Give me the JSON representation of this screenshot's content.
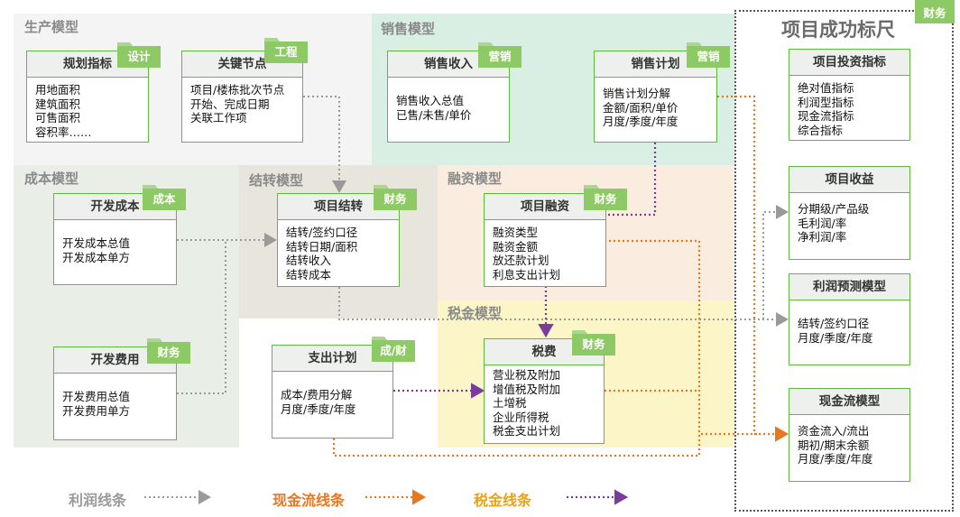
{
  "regions": {
    "production": "生产模型",
    "sales": "销售模型",
    "cost": "成本模型",
    "transfer": "结转模型",
    "finance": "融资模型",
    "tax": "税金模型",
    "success": "项目成功标尺",
    "success_tag": "财务"
  },
  "boxes": {
    "planning": {
      "title": "规划指标",
      "tag": "设计",
      "lines": [
        "用地面积",
        "建筑面积",
        "可售面积",
        "容积率……"
      ]
    },
    "milestone": {
      "title": "关键节点",
      "tag": "工程",
      "lines": [
        "项目/楼栋批次节点",
        "开始、完成日期",
        "关联工作项"
      ]
    },
    "sales_income": {
      "title": "销售收入",
      "tag": "营销",
      "lines": [
        "销售收入总值",
        "已售/未售/单价"
      ]
    },
    "sales_plan": {
      "title": "销售计划",
      "tag": "营销",
      "lines": [
        "销售计划分解",
        "金额/面积/单价",
        "月度/季度/年度"
      ]
    },
    "dev_cost": {
      "title": "开发成本",
      "tag": "成本",
      "lines": [
        "开发成本总值",
        "开发成本单方"
      ]
    },
    "project_transfer": {
      "title": "项目结转",
      "tag": "财务",
      "lines": [
        "结转/签约口径",
        "结转日期/面积",
        "结转收入",
        "结转成本"
      ]
    },
    "project_finance": {
      "title": "项目融资",
      "tag": "财务",
      "lines": [
        "融资类型",
        "融资金额",
        "放还款计划",
        "利息支出计划"
      ]
    },
    "dev_expense": {
      "title": "开发费用",
      "tag": "财务",
      "lines": [
        "开发费用总值",
        "开发费用单方"
      ]
    },
    "expense_plan": {
      "title": "支出计划",
      "tag": "成/财",
      "lines": [
        "成本/费用分解",
        "月度/季度/年度"
      ]
    },
    "taxes": {
      "title": "税费",
      "tag": "财务",
      "lines": [
        "营业税及附加",
        "增值税及附加",
        "土增税",
        "企业所得税",
        "税金支出计划"
      ]
    },
    "invest_index": {
      "title": "项目投资指标",
      "lines": [
        "绝对值指标",
        "利润型指标",
        "现金流指标",
        "综合指标"
      ]
    },
    "project_income": {
      "title": "项目收益",
      "lines": [
        "分期级/产品级",
        "毛利润/率",
        "净利润/率"
      ]
    },
    "profit_model": {
      "title": "利润预测模型",
      "lines": [
        "结转/签约口径",
        "月度/季度/年度"
      ]
    },
    "cashflow_model": {
      "title": "现金流模型",
      "lines": [
        "资金流入/流出",
        "期初/期末余额",
        "月度/季度/年度"
      ]
    }
  },
  "legend": {
    "profit": "利润线条",
    "cashflow": "现金流线条",
    "tax": "税金线条"
  },
  "colors": {
    "box_border": "#5cba3c",
    "tag_fill": "#8dc965",
    "profit_line": "#9a9a9a",
    "cashflow_line": "#e87722",
    "tax_line": "#7b3a9e",
    "production_bg": "#f4f4f4",
    "sales_bg": "#d9efe3",
    "cost_bg": "#e9efe7",
    "transfer_bg": "#e8e6dc",
    "finance_bg": "#fbece0",
    "tax_bg": "#fbf5c8"
  }
}
